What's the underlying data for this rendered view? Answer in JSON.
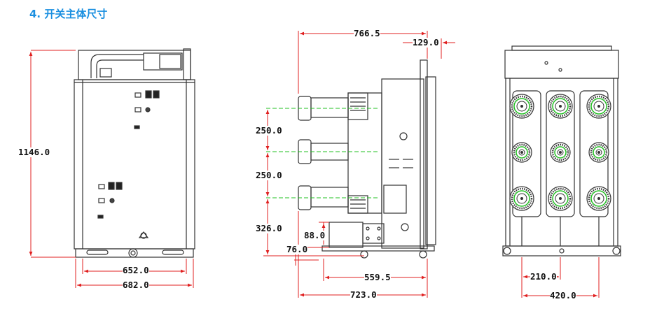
{
  "section_title": "4. 开关主体尺寸",
  "colors": {
    "title": "#1a8fe0",
    "dimension_line": "#e02020",
    "outline": "#333333",
    "center_line": "#22c022"
  },
  "dimensions": {
    "front_height": "1146.0",
    "front_width_inner": "652.0",
    "front_width_outer": "682.0",
    "side_total_depth": "766.5",
    "side_top_offset": "129.0",
    "side_pitch_upper": "250.0",
    "side_pitch_lower": "250.0",
    "side_bottom_height": "326.0",
    "side_rail_height": "88.0",
    "side_rail_bottom": "76.0",
    "side_depth_lower": "559.5",
    "side_total_base": "723.0",
    "back_phase_pitch": "210.0",
    "back_phase_span": "420.0"
  }
}
